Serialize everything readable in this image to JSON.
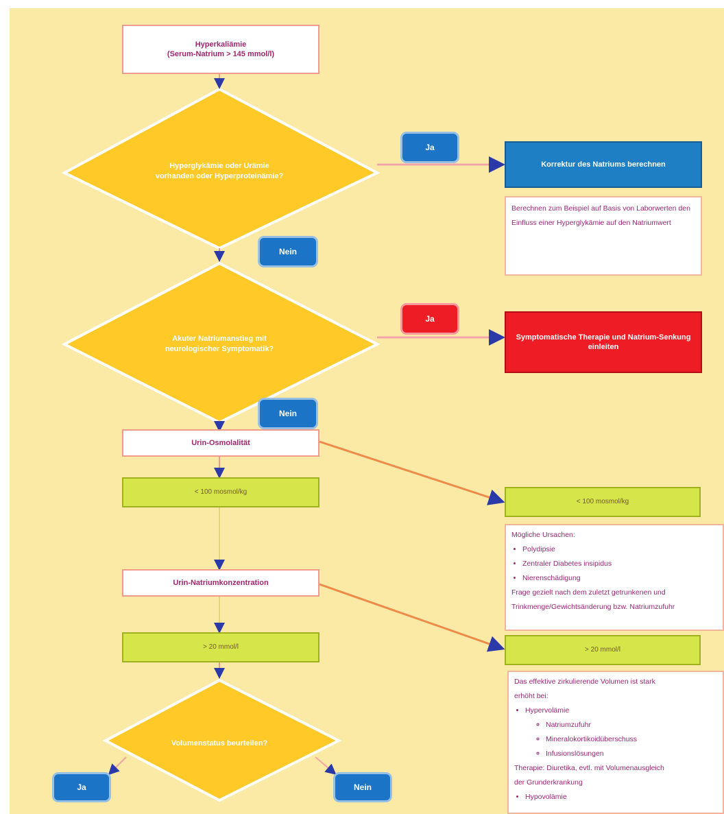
{
  "colors": {
    "background": "#fbe9a6",
    "decision_fill": "#ffc928",
    "decision_stroke": "#ffffff",
    "start_text": "#a0266e",
    "yes_blue": "#1b74c5",
    "no_red": "#ee1c25",
    "result_green": "#d6e64a",
    "connector_orange": "#ee8b4a",
    "arrow_navy": "#2b3aa8"
  },
  "start": {
    "line1": "Hyperkaliämie",
    "line2": "(Serum-Natrium > 145 mmol/l)"
  },
  "decision1": {
    "label": "Hyperglykämie oder Urämie vorhanden oder Hyperproteinämie?"
  },
  "decision2": {
    "label": "Akuter Natriumanstieg mit neurologischer Symptomatik?"
  },
  "answers": {
    "d1_side": "Ja",
    "d1_down": "Nein",
    "d2_side": "Ja",
    "d2_down": "Nein",
    "d3_left": "Ja",
    "d3_right": "Nein"
  },
  "result1": {
    "title": "Korrektur des Natriums berechnen",
    "note": "Berechnen zum Beispiel auf Basis von Laborwerten den Einfluss einer Hyperglykämie auf den Natriumwert"
  },
  "result2": {
    "title": "Symptomatische Therapie und Natrium-Senkung einleiten"
  },
  "urine_osmolality": {
    "label": "Urin-Osmolalität"
  },
  "urine_result": {
    "label": "< 100 mosmol/kg"
  },
  "urine_note": {
    "result_title": "< 100 mosmol/kg",
    "intro": "Mögliche Ursachen:",
    "causes": [
      "Polydipsie",
      "Zentraler Diabetes insipidus",
      "Nierenschädigung"
    ],
    "line1": "Frage gezielt nach dem zuletzt getrunkenen und",
    "line2": "Trinkmenge/Gewichtsänderung bzw. Natriumzufuhr"
  },
  "urine_sodium": {
    "label": "Urin-Natriumkonzentration"
  },
  "sodium_result": {
    "label": "> 20 mmol/l"
  },
  "sodium_note": {
    "result_title": "> 20 mmol/l",
    "intro1": "Das effektive zirkulierende Volumen ist stark",
    "intro2": "erhöht bei:",
    "item1": "Hypervolämie",
    "subitems": [
      "Natriumzufuhr",
      "Mineralokortikoidüberschuss",
      "Infusionslösungen"
    ],
    "line1": "Therapie: Diuretika, evtl. mit Volumenausgleich",
    "line2": "der Grunderkrankung",
    "item2": "Hypovolämie"
  },
  "decision3": {
    "label": "Volumenstatus beurteilen?"
  }
}
